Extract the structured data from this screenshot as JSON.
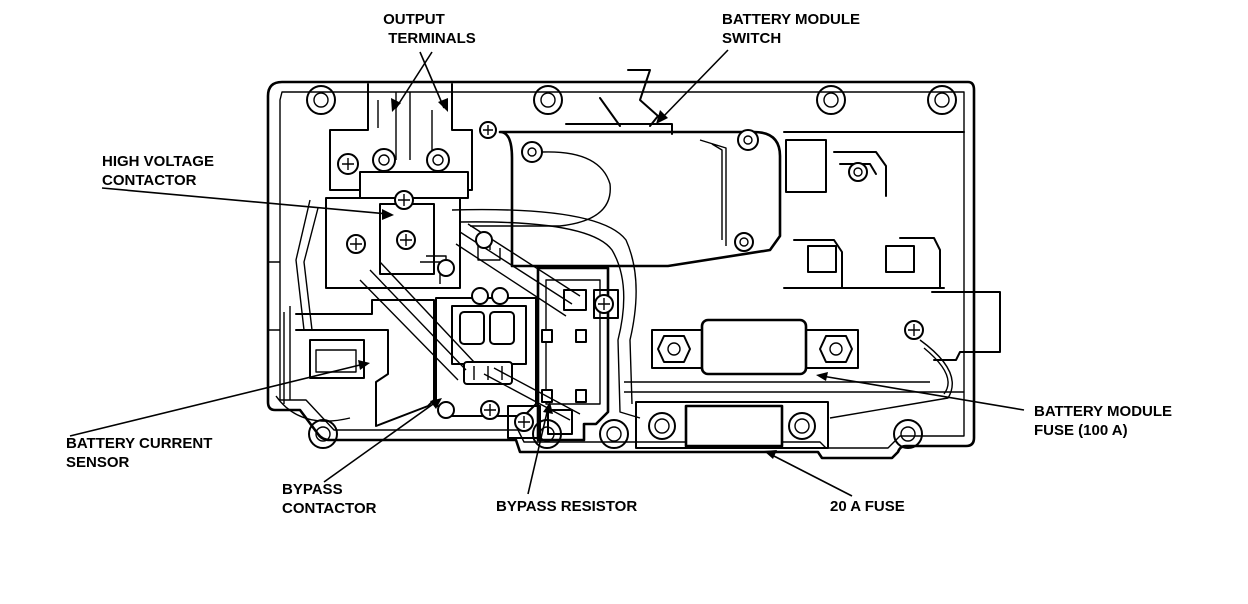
{
  "labels": {
    "output_terminals": [
      "OUTPUT",
      "TERMINALS"
    ],
    "battery_module_switch": [
      "BATTERY MODULE",
      "SWITCH"
    ],
    "high_voltage_contactor": [
      "HIGH VOLTAGE",
      "CONTACTOR"
    ],
    "battery_current_sensor": [
      "BATTERY CURRENT",
      "SENSOR"
    ],
    "bypass_contactor": [
      "BYPASS",
      "CONTACTOR"
    ],
    "bypass_resistor": "BYPASS RESISTOR",
    "fuse_20a": "20 A FUSE",
    "battery_module_fuse": [
      "BATTERY MODULE",
      "FUSE (100 A)"
    ]
  }
}
